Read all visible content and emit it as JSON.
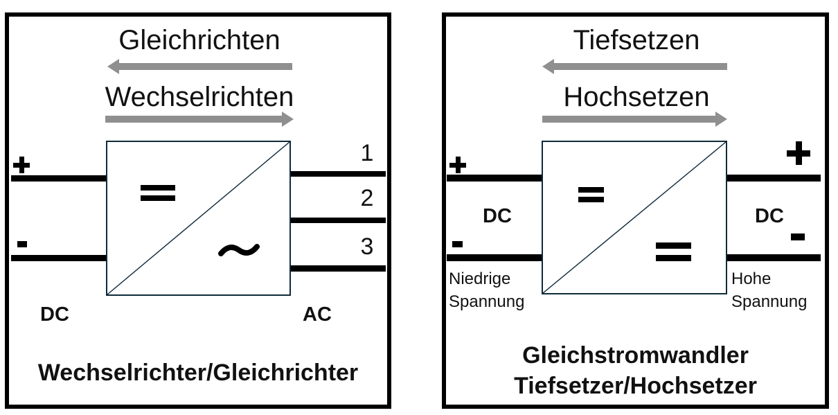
{
  "colors": {
    "arrow_gray": "#8f8f8f",
    "line_black": "#000000",
    "converter_box_border": "#0e2a39",
    "text": "#111111",
    "background": "#ffffff"
  },
  "left_panel": {
    "flow_top_label": "Gleichrichten",
    "flow_bottom_label": "Wechselrichten",
    "terminals": {
      "positive": "+",
      "negative": "-"
    },
    "converter": {
      "input_symbol": "=",
      "output_symbol": "~"
    },
    "dc_label": "DC",
    "ac_label": "AC",
    "phase_labels": [
      "1",
      "2",
      "3"
    ],
    "title": "Wechselrichter/Gleichrichter"
  },
  "right_panel": {
    "flow_top_label": "Tiefsetzen",
    "flow_bottom_label": "Hochsetzen",
    "terminals": {
      "positive": "+",
      "negative": "-"
    },
    "converter": {
      "input_symbol": "=",
      "output_symbol": "="
    },
    "left_dc_label": "DC",
    "right_dc_label": "DC",
    "left_voltage_line1": "Niedrige",
    "left_voltage_line2": "Spannung",
    "right_voltage_line1": "Hohe",
    "right_voltage_line2": "Spannung",
    "title_line1": "Gleichstromwandler",
    "title_line2": "Tiefsetzer/Hochsetzer"
  }
}
